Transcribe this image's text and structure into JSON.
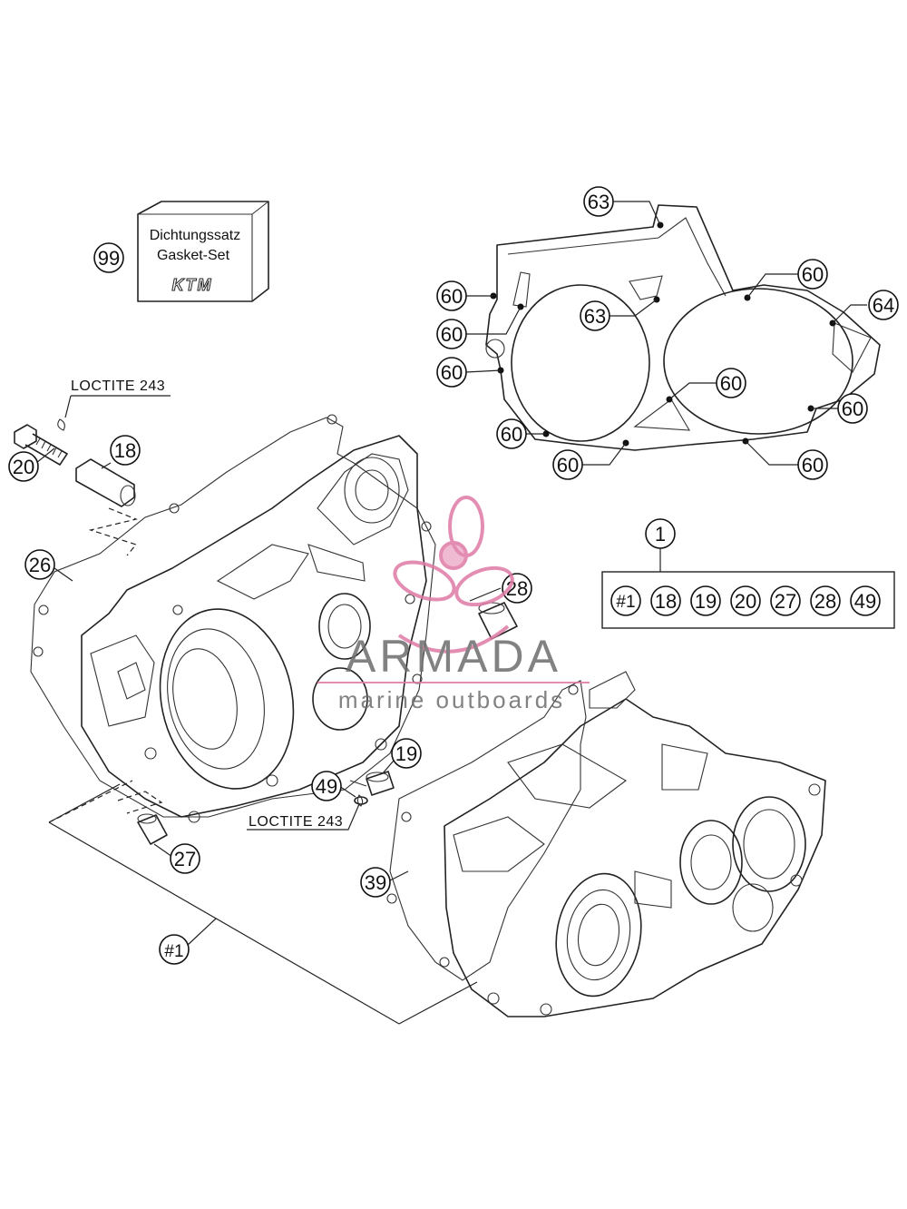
{
  "kit_box": {
    "line1": "Dichtungssatz",
    "line2": "Gasket-Set",
    "brand_logo": "KTM"
  },
  "loctite_labels": [
    "LOCTITE 243",
    "LOCTITE 243"
  ],
  "callouts": {
    "c99": "99",
    "c20": "20",
    "c18": "18",
    "c26": "26",
    "c28": "28",
    "c19": "19",
    "c49": "49",
    "c27": "27",
    "c39": "39",
    "c1b": "#1",
    "c63a": "63",
    "c63b": "63",
    "c64": "64",
    "c1": "1",
    "c60a": "60",
    "c60b": "60",
    "c60c": "60",
    "c60d": "60",
    "c60e": "60",
    "c60f": "60",
    "c60g": "60",
    "c60h": "60",
    "c60i": "60"
  },
  "kit_contents": [
    "#1",
    "18",
    "19",
    "20",
    "27",
    "28",
    "49"
  ],
  "watermark": {
    "title": "ARMADA",
    "subtitle": "marine outboards",
    "logo_color": "#e07aa6"
  }
}
